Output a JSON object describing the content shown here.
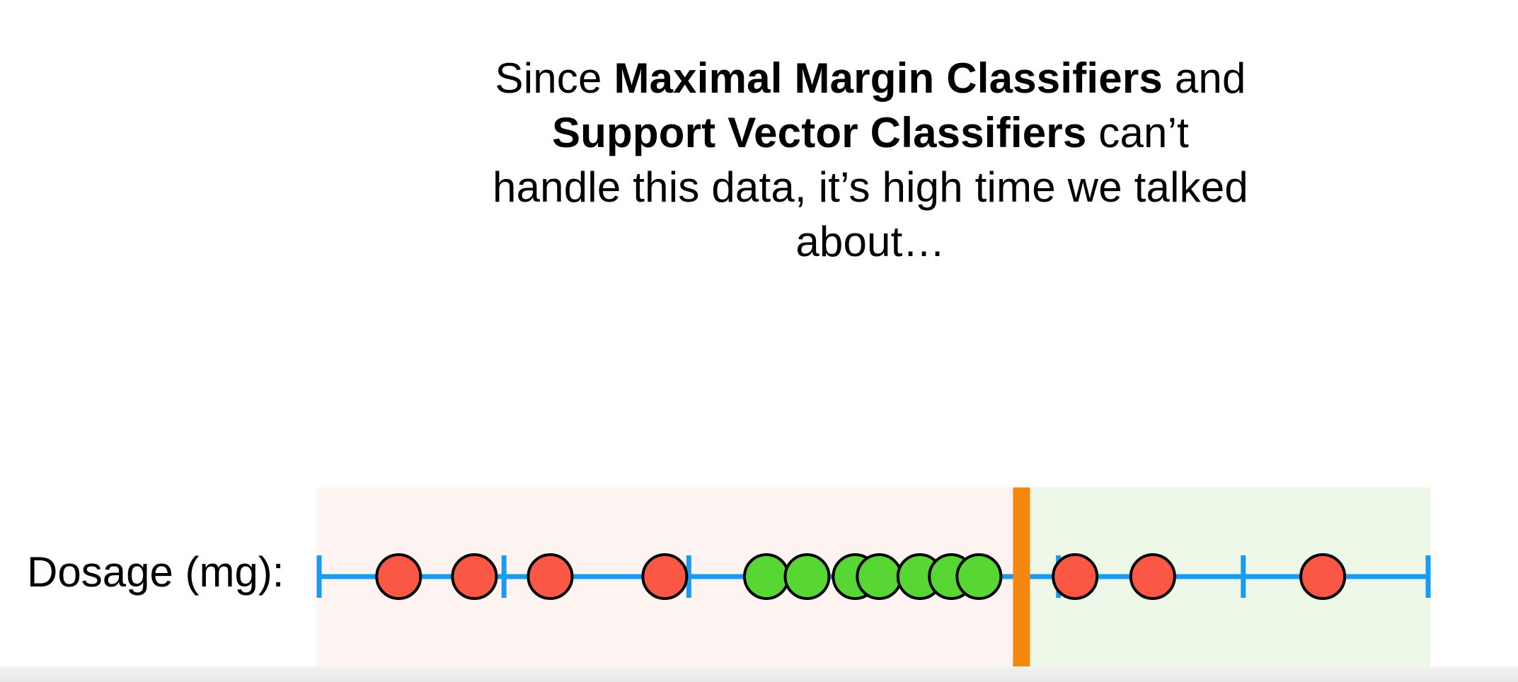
{
  "headline": {
    "line1_pre": "Since ",
    "line1_bold": "Maximal Margin Classifiers",
    "line1_post": " and",
    "line2_bold": "Support Vector Classifiers",
    "line2_post": " can’t",
    "line3": "handle this data, it’s high time we talked",
    "line4": "about…"
  },
  "axis": {
    "label": "Dosage (mg):"
  },
  "colors": {
    "axis_line": "#1a9bf0",
    "threshold": "#f5860f",
    "red_point": "#fa5744",
    "green_point": "#58d634",
    "red_region": "#fdf3f1",
    "green_region": "#eef8e9",
    "point_outline": "#000000"
  },
  "chart_data": {
    "type": "scatter",
    "title": "",
    "xlabel": "Dosage (mg):",
    "ylabel": "",
    "xlim": [
      0,
      6
    ],
    "ticks": [
      0,
      1,
      2,
      3,
      4,
      5,
      6
    ],
    "tick_labels": [],
    "threshold": 3.8,
    "regions": [
      {
        "name": "red",
        "from": 0,
        "to": 3.8
      },
      {
        "name": "green",
        "from": 3.8,
        "to": 6
      }
    ],
    "series": [
      {
        "class": "red",
        "values": [
          0.43,
          0.84,
          1.25,
          1.87,
          4.09,
          4.51,
          5.43
        ]
      },
      {
        "class": "green",
        "values": [
          2.42,
          2.64,
          2.9,
          3.03,
          3.25,
          3.42,
          3.57
        ]
      }
    ]
  }
}
